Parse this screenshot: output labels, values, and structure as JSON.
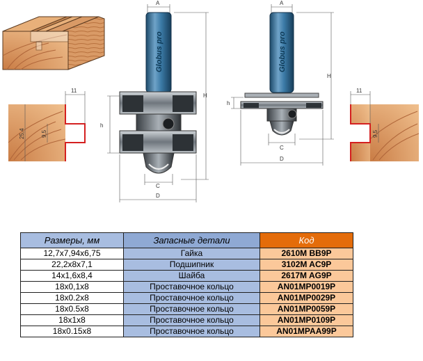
{
  "drawing": {
    "brand": "Globus pro",
    "dim_A": "A",
    "dim_C": "C",
    "dim_D": "D",
    "dim_H": "H",
    "dim_h": "h",
    "profile_left": {
      "width": "11",
      "height": "25,4",
      "slot": "9,5"
    },
    "profile_right": {
      "width": "11",
      "slot": "9,5"
    }
  },
  "table": {
    "headers": {
      "size": "Размеры, мм",
      "part": "Запасные детали",
      "code": "Код"
    },
    "rows": [
      {
        "size": "12,7x7,94x6,75",
        "part": "Гайка",
        "code": "2610M BB9P"
      },
      {
        "size": "22,2x8x7,1",
        "part": "Подшипник",
        "code": "3102M AC9P"
      },
      {
        "size": "14x1,6x8,4",
        "part": "Шайба",
        "code": "2617M AG9P"
      },
      {
        "size": "18x0,1x8",
        "part": "Проставочное кольцо",
        "code": "AN01MP0019P"
      },
      {
        "size": "18x0.2x8",
        "part": "Проставочное кольцо",
        "code": "AN01MP0029P"
      },
      {
        "size": "18x0.5x8",
        "part": "Проставочное кольцо",
        "code": "AN01MP0059P"
      },
      {
        "size": "18x1x8",
        "part": "Проставочное кольцо",
        "code": "AN01MP0109P"
      },
      {
        "size": "18x0.15x8",
        "part": "Проставочное кольцо",
        "code": "AN01MPAA99P"
      }
    ]
  },
  "colors": {
    "shank": "#2f6d96",
    "wood": "#d99a66",
    "cutter": "#9aa1a8",
    "profile_line": "#d42020",
    "header_blue": "#a8bde0",
    "header_code": "#e46c0a",
    "code_cell": "#fbc89a"
  }
}
